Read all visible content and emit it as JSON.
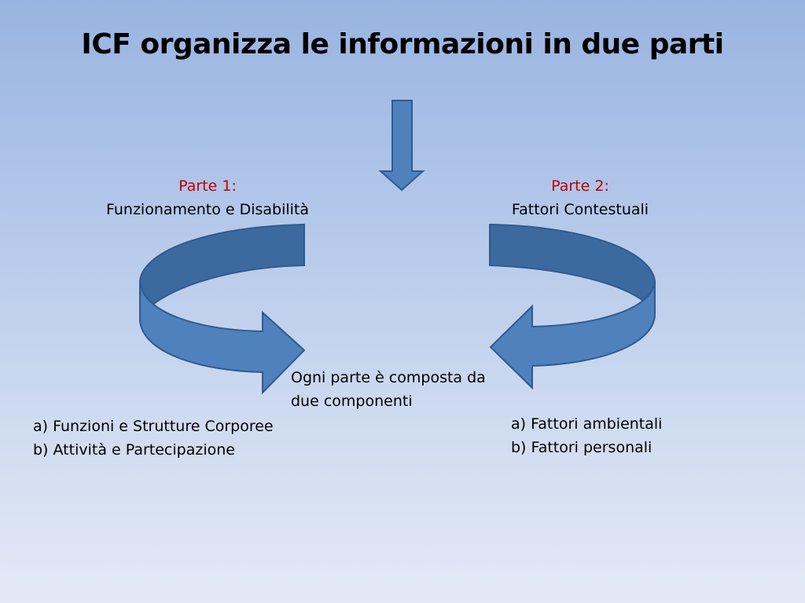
{
  "title": "ICF organizza le informazioni in due parti",
  "part1": {
    "heading": "Parte 1:",
    "name": "Funzionamento e Disabilità",
    "components": [
      "a) Funzioni e Strutture Corporee",
      "b) Attività e Partecipazione"
    ]
  },
  "part2": {
    "heading": "Parte 2:",
    "name": "Fattori Contestuali",
    "components": [
      "a) Fattori ambientali",
      "b) Fattori personali"
    ]
  },
  "center_text": {
    "line1": "Ogni parte è composta da",
    "line2": "due componenti"
  },
  "colors": {
    "heading_red": "#c00000",
    "arrow_fill": "#4f81bd",
    "arrow_dark": "#3d6a9e",
    "arrow_stroke": "#2f5b8f"
  }
}
